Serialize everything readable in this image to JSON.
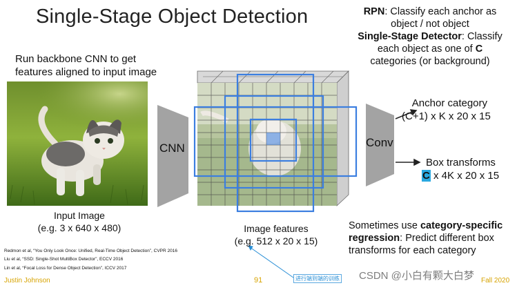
{
  "title": "Single-Stage Object Detection",
  "right_note": {
    "rpn_label": "RPN",
    "rpn_text_line1": ": Classify each anchor as",
    "rpn_text_line2": "object / not object",
    "ssd_label": "Single-Stage Detector",
    "ssd_text_line1": ": Classify",
    "ssd_text_line2": "each object as one of ",
    "ssd_c": "C",
    "ssd_text_line3": "categories (or background)"
  },
  "left_note": {
    "line1": "Run backbone CNN to get",
    "line2": "features aligned to input image"
  },
  "input_image": {
    "label": "Input Image",
    "size": "(e.g. 3 x 640 x 480)"
  },
  "cnn_label": "CNN",
  "conv_label": "Conv",
  "image_features": {
    "label": "Image features",
    "size": "(e.g. 512 x 20 x 15)"
  },
  "outputs": {
    "anchor_title": "Anchor category",
    "anchor_shape": "(C+1) x K x 20 x 15",
    "box_title": "Box transforms",
    "box_c": "C",
    "box_shape": " x 4K x 20 x 15"
  },
  "bottom_note": {
    "prefix": "Sometimes use ",
    "bold1": "category-specific",
    "bold2": "regression",
    "line2_rest": ": Predict different box",
    "line3": "transforms for each category"
  },
  "references": [
    "Redmon et al, “You Only Look Once: Unified, Real-Time Object Detection”, CVPR 2016",
    "Liu et al, “SSD: Single-Shot MultiBox Detector”, ECCV 2016",
    "Lin et al, “Focal Loss for Dense Object Detection”, ICCV 2017"
  ],
  "footer": {
    "author": "Justin Johnson",
    "page": "91",
    "term": "Fall 2020"
  },
  "annotation_stamp": "进行端到端的训练",
  "watermark": "CSDN @小白有颗大白梦",
  "colors": {
    "box_blue": "#3b7ee0",
    "trapezoid_gray": "#9a9a9a",
    "footer_gold": "#d7a300",
    "highlight_cyan": "#29a8e0"
  }
}
